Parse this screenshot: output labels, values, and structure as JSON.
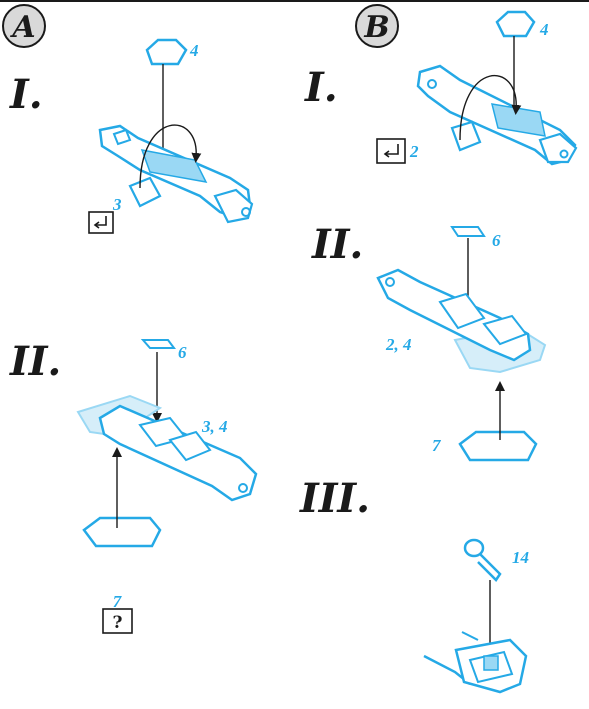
{
  "colors": {
    "accent": "#25a9e6",
    "accent_light": "#9ad8f4",
    "ink": "#1a1a1a"
  },
  "panel_a": {
    "letter": "A",
    "step_1": {
      "roman": "I.",
      "part_label_top": "4",
      "part_label_bottom": "3",
      "icon": "fold-arrow-icon"
    },
    "step_2": {
      "roman": "II.",
      "part_label_top": "6",
      "part_label_mid": "3, 4",
      "part_label_bottom": "7",
      "icon_text": "?"
    }
  },
  "panel_b": {
    "letter": "B",
    "step_1": {
      "roman": "I.",
      "part_label_top": "4",
      "part_label_icon": "2",
      "icon": "fold-arrow-icon"
    },
    "step_2": {
      "roman": "II.",
      "part_label_top": "6",
      "part_label_mid": "2, 4",
      "part_label_bottom": "7"
    },
    "step_3": {
      "roman": "III.",
      "part_label_top": "14"
    }
  }
}
